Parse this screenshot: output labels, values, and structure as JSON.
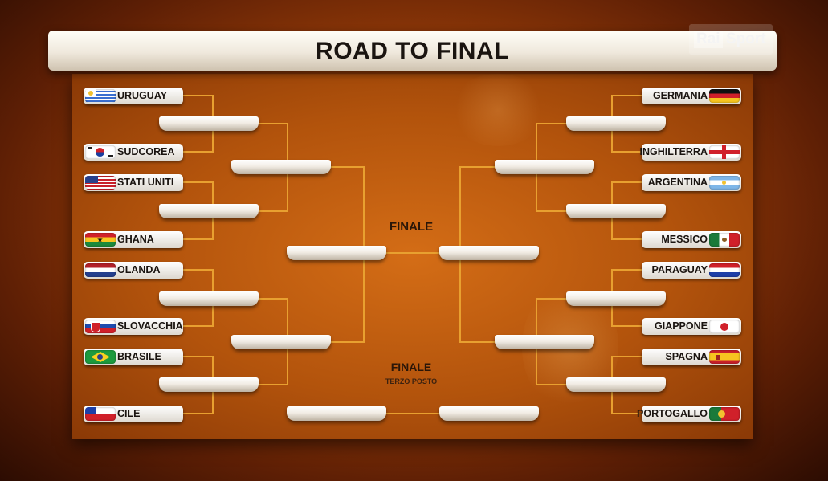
{
  "header": {
    "title": "ROAD TO FINAL",
    "logo": "Rai Sport",
    "logo_left": "Rai",
    "logo_right": "Sport"
  },
  "labels": {
    "finale": "FINALE",
    "third_place": "FINALE",
    "third_place_sub": "TERZO POSTO"
  },
  "left_teams": [
    {
      "name": "URUGUAY",
      "flag": "uruguay"
    },
    {
      "name": "SUDCOREA",
      "flag": "korea"
    },
    {
      "name": "STATI UNITI",
      "flag": "usa"
    },
    {
      "name": "GHANA",
      "flag": "ghana"
    },
    {
      "name": "OLANDA",
      "flag": "netherlands"
    },
    {
      "name": "SLOVACCHIA",
      "flag": "slovakia"
    },
    {
      "name": "BRASILE",
      "flag": "brazil"
    },
    {
      "name": "CILE",
      "flag": "chile"
    }
  ],
  "right_teams": [
    {
      "name": "GERMANIA",
      "flag": "germany"
    },
    {
      "name": "INGHILTERRA",
      "flag": "england"
    },
    {
      "name": "ARGENTINA",
      "flag": "argentina"
    },
    {
      "name": "MESSICO",
      "flag": "mexico"
    },
    {
      "name": "PARAGUAY",
      "flag": "paraguay"
    },
    {
      "name": "GIAPPONE",
      "flag": "japan"
    },
    {
      "name": "SPAGNA",
      "flag": "spain"
    },
    {
      "name": "PORTOGALLO",
      "flag": "portugal"
    }
  ],
  "colors": {
    "bracket_line": "#e8a030",
    "background": "#b2530c",
    "banner": "#f5f0e6",
    "text": "#1a1410"
  }
}
